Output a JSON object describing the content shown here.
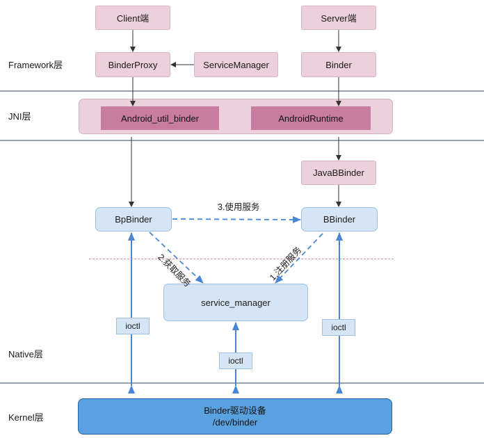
{
  "layers": {
    "framework": "Framework层",
    "jni": "JNI层",
    "native": "Native层",
    "kernel": "Kernel层"
  },
  "boxes": {
    "client": "Client端",
    "server": "Server端",
    "binder_proxy": "BinderProxy",
    "service_manager_java": "ServiceManager",
    "binder": "Binder",
    "android_util_binder": "Android_util_binder",
    "android_runtime": "AndroidRuntime",
    "java_bbinder": "JavaBBinder",
    "bp_binder": "BpBinder",
    "bbinder": "BBinder",
    "service_manager_native": "service_manager",
    "ioctl_left": "ioctl",
    "ioctl_middle": "ioctl",
    "ioctl_right": "ioctl",
    "kernel_line1": "Binder驱动设备",
    "kernel_line2": "/dev/binder"
  },
  "edge_labels": {
    "use_service": "3.使用服务",
    "get_service": "2.获取服务",
    "register_service": "1.注册服务"
  },
  "colors": {
    "pink": "#ecd0dc",
    "dark_pink": "#c87ca0",
    "light_blue": "#d6e5f5",
    "kernel_blue": "#5aa2df",
    "arrow_blue": "#4a86d4",
    "separator": "#9aa3ad"
  }
}
